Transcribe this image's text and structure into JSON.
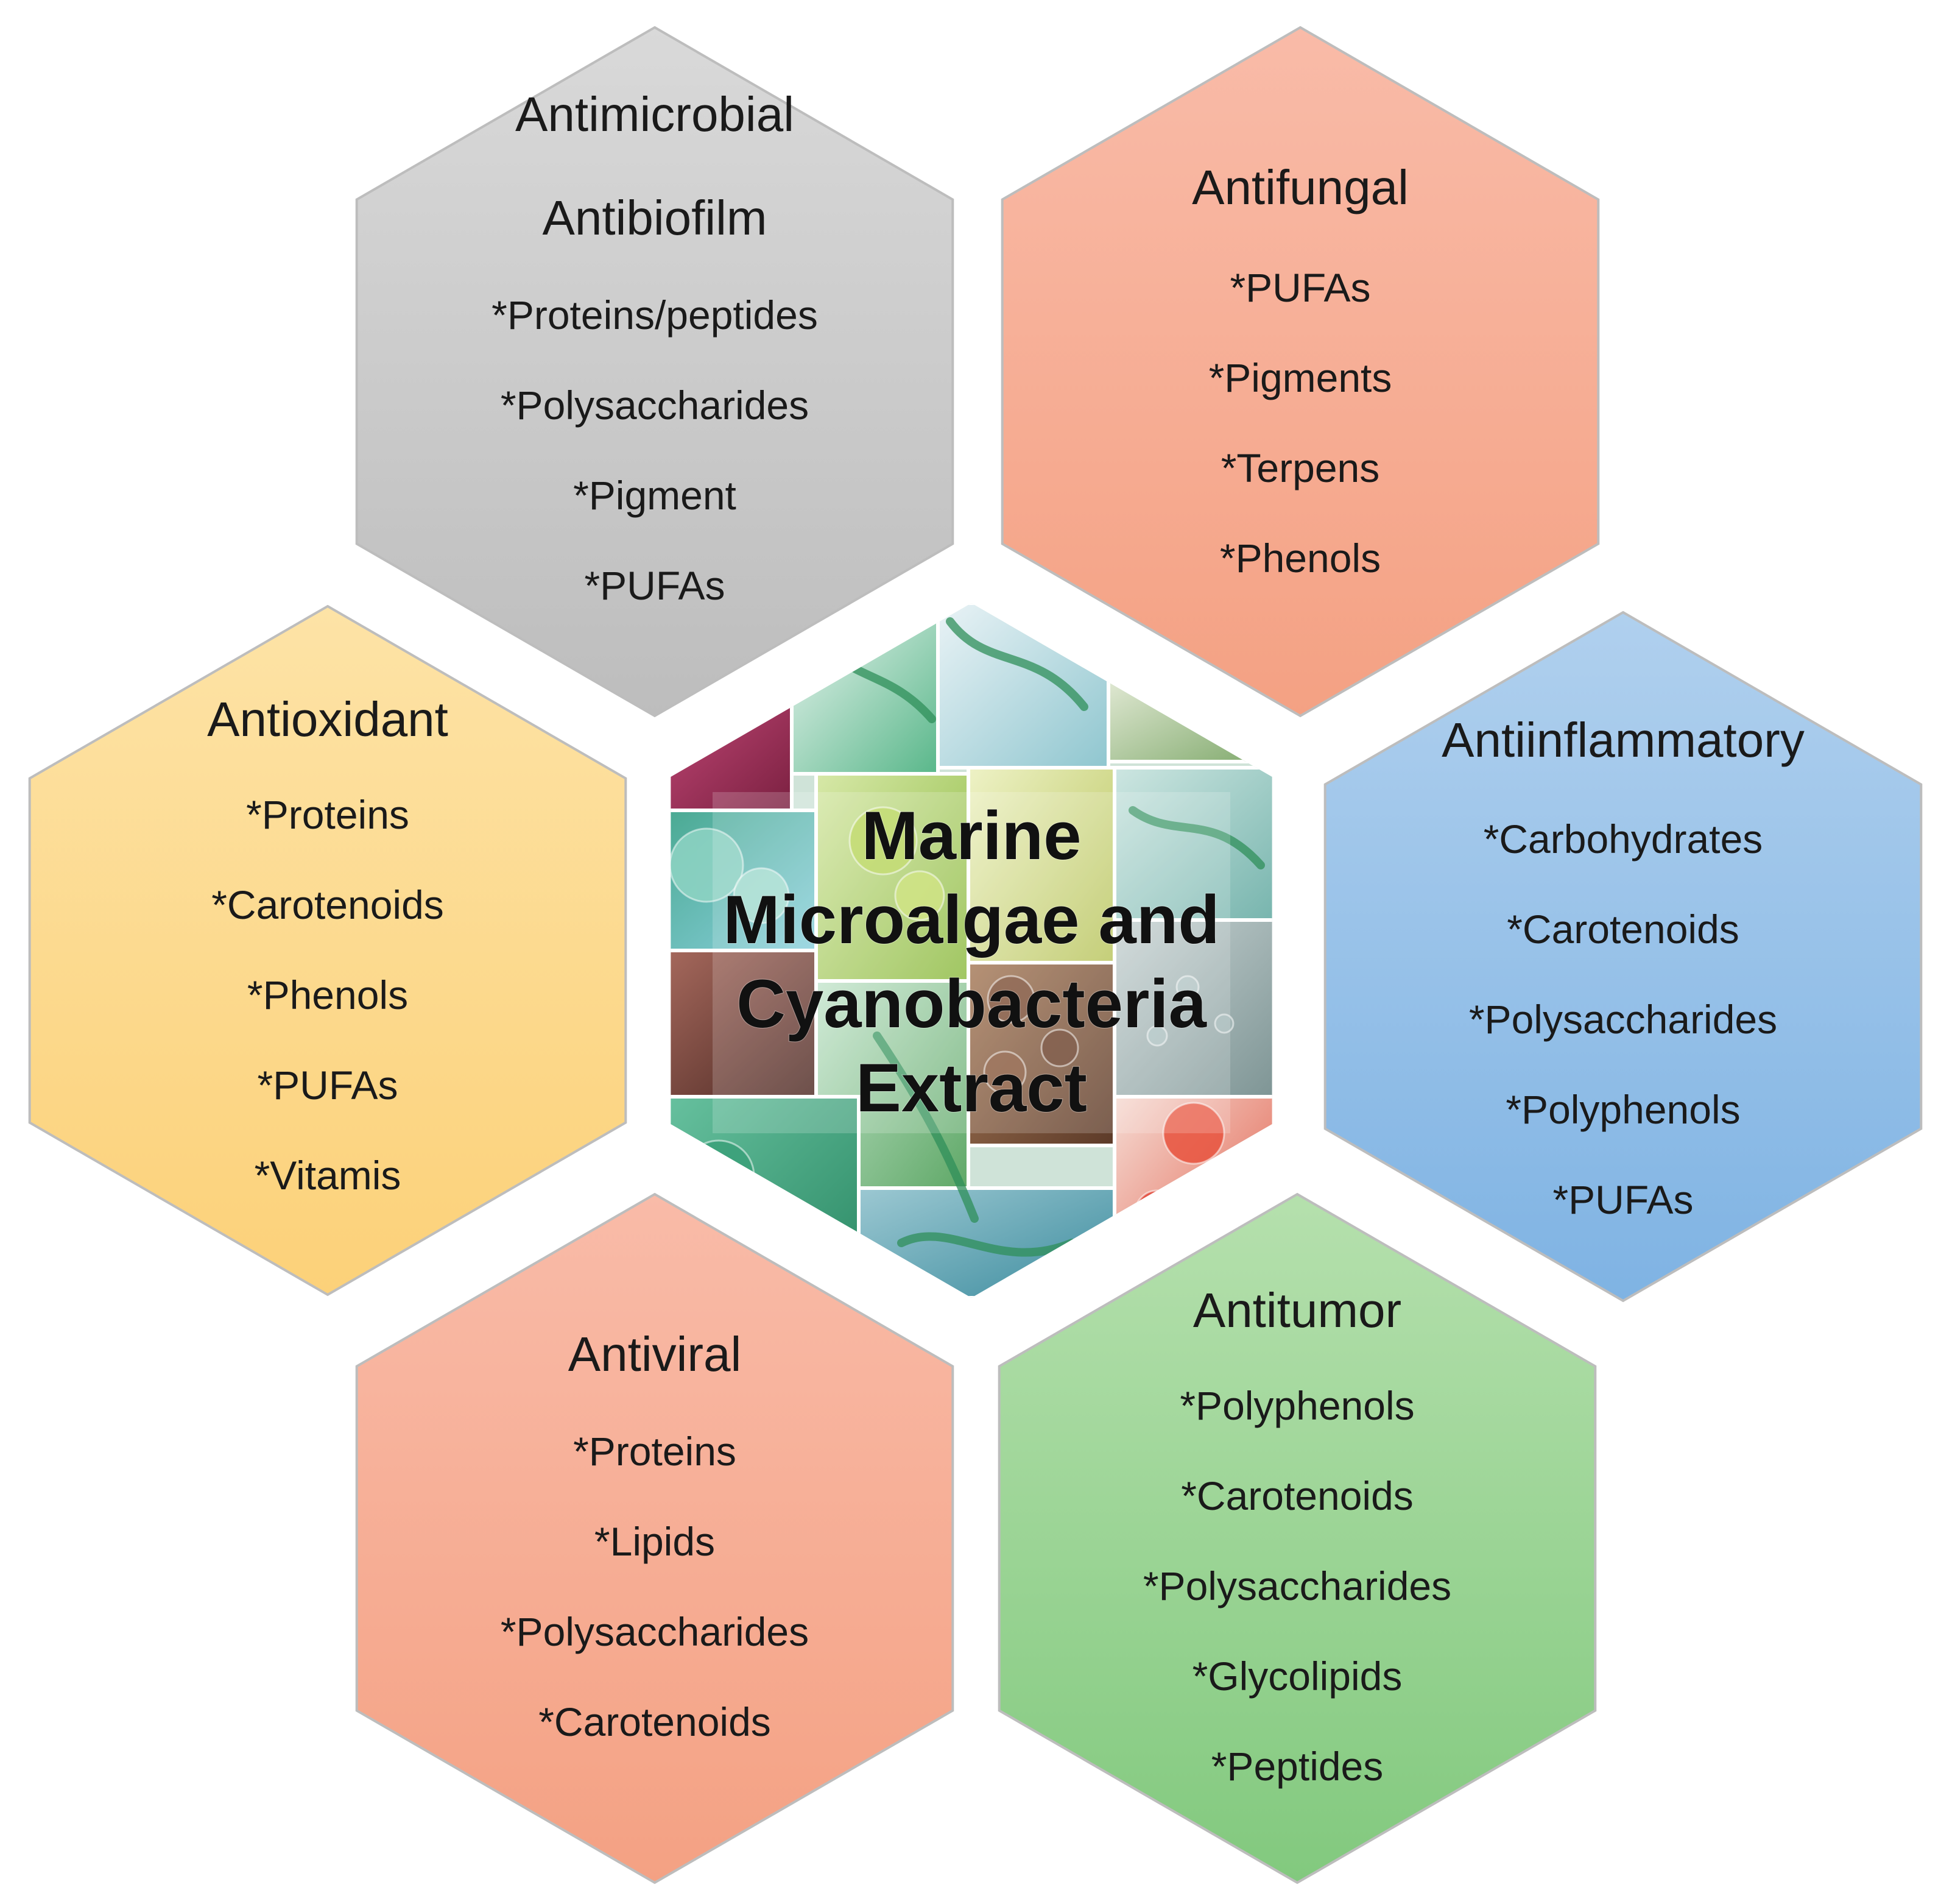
{
  "center": {
    "lines": [
      "Marine",
      "Microalgae and",
      "Cyanobacteria",
      "Extract"
    ]
  },
  "hexagons": [
    {
      "id": "antimicrobial",
      "title_lines": [
        "Antimicrobial",
        "Antibiofilm"
      ],
      "items": [
        "*Proteins/peptides",
        "*Polysaccharides",
        "*Pigment",
        "*PUFAs"
      ],
      "color_top": "#d9d9d9",
      "color_bottom": "#bdbdbd"
    },
    {
      "id": "antifungal",
      "title_lines": [
        "Antifungal"
      ],
      "items": [
        "*PUFAs",
        "*Pigments",
        "*Terpens",
        "*Phenols"
      ],
      "color_top": "#f9bba8",
      "color_bottom": "#f4a183"
    },
    {
      "id": "antioxidant",
      "title_lines": [
        "Antioxidant"
      ],
      "items": [
        "*Proteins",
        "*Carotenoids",
        "*Phenols",
        "*PUFAs",
        "*Vitamis"
      ],
      "color_top": "#fde3a6",
      "color_bottom": "#fcd179"
    },
    {
      "id": "antiinflammatory",
      "title_lines": [
        "Antiinflammatory"
      ],
      "items": [
        "*Carbohydrates",
        "*Carotenoids",
        "*Polysaccharides",
        "*Polyphenols",
        "*PUFAs"
      ],
      "color_top": "#b0d0ee",
      "color_bottom": "#7fb3e3"
    },
    {
      "id": "antiviral",
      "title_lines": [
        "Antiviral"
      ],
      "items": [
        "*Proteins",
        "*Lipids",
        "*Polysaccharides",
        "*Carotenoids"
      ],
      "color_top": "#f9bba8",
      "color_bottom": "#f4a183"
    },
    {
      "id": "antitumor",
      "title_lines": [
        "Antitumor"
      ],
      "items": [
        "*Polyphenols",
        "*Carotenoids",
        "*Polysaccharides",
        "*Glycolipids",
        "*Peptides"
      ],
      "color_top": "#b5e0ad",
      "color_bottom": "#82c97e"
    }
  ]
}
